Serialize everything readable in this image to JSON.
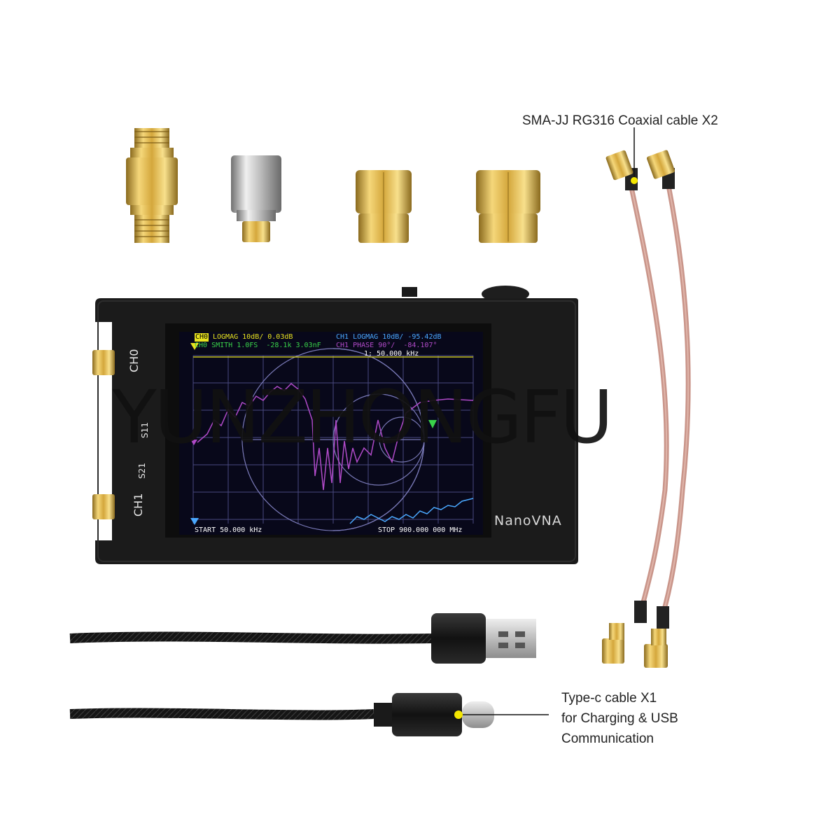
{
  "callouts": {
    "coax": "SMA-JJ RG316 Coaxial cable X2",
    "typec_line1": "Type-c cable X1",
    "typec_line2": "for Charging & USB",
    "typec_line3": "Communication"
  },
  "device": {
    "brand": "NanoVNA",
    "port_ch0": "CH0",
    "port_ch1": "CH1",
    "label_s11": "S11",
    "label_s21": "S21"
  },
  "screen": {
    "row1_left_tag": "CH0",
    "row1_left": "LOGMAG 10dB/ 0.03dB",
    "row1_right": "CH1 LOGMAG 10dB/ -95.42dB",
    "row2_left": "CH0 SMITH 1.0FS  -28.1k 3.03nF",
    "row2_right": "CH1 PHASE 90°/  -84.107°",
    "marker": "1: 50.000 kHz",
    "start": "START 50.000 kHz",
    "stop": "STOP 900.000 000 MHz"
  },
  "watermark": "YUNZHONGFU",
  "colors": {
    "trace_ch0": "#e7e21f",
    "trace_ch1": "#4aa8ff",
    "trace_smith": "#b04ac8",
    "marker_green": "#39d24a",
    "callout_dot": "#f4e600"
  }
}
